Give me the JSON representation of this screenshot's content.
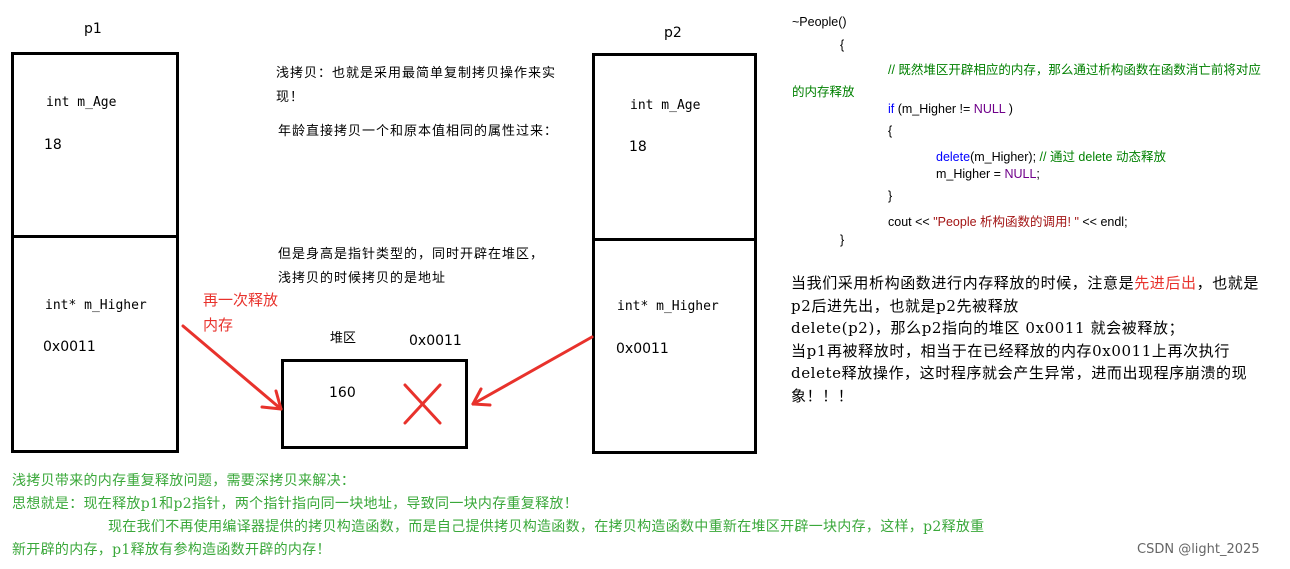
{
  "p1": {
    "title": "p1",
    "age_label": "int m_Age",
    "age_value": "18",
    "higher_label": "int* m_Higher",
    "higher_value": "0x0011"
  },
  "p2": {
    "title": "p2",
    "age_label": "int m_Age",
    "age_value": "18",
    "higher_label": "int* m_Higher",
    "higher_value": "0x0011"
  },
  "heap": {
    "label": "堆区",
    "address": "0x0011",
    "value": "160"
  },
  "notes": {
    "shallow_copy_1": "浅拷贝：也就是采用最简单复制拷贝操作来实现！",
    "shallow_copy_2": "年龄直接拷贝一个和原本值相同的属性过来：",
    "shallow_copy_3": "但是身高是指针类型的，同时开辟在堆区，浅拷贝的时候拷贝的是地址",
    "release_again": "再一次释放内存"
  },
  "code": {
    "line1": "~People()",
    "line2": "{",
    "line3_comment": "// 既然堆区开辟相应的内存，那么通过析构函数在函数消亡前将对应",
    "line3_cont": "的内存释放",
    "line4_if": "if",
    "line4_mid": " (m_Higher != ",
    "line4_null": "NULL",
    "line4_end": " )",
    "line5": "{",
    "line6_delete": "delete",
    "line6_args": "(m_Higher); ",
    "line6_comment": "// 通过 delete 动态释放",
    "line7_start": "m_Higher = ",
    "line7_null": "NULL",
    "line7_end": ";",
    "line8": "}",
    "line9_start": "cout << ",
    "line9_string": "\"People 析构函数的调用! \"",
    "line9_end": " << endl;",
    "line10": "}"
  },
  "explanation": {
    "part1": "当我们采用析构函数进行内存释放的时候，注意是",
    "part1_red": "先进后出",
    "part2": "，也就是p2后进先出，也就是p2先被释放",
    "line3": "delete(p2)，那么p2指向的堆区 0x0011 就会被释放；",
    "line4": "当p1再被释放时，相当于在已经释放的内存0x0011上再次执行delete释放操作，这时程序就会产生异常，进而出现程序崩溃的现象！！！"
  },
  "summary": {
    "line1": "浅拷贝带来的内存重复释放问题，需要深拷贝来解决：",
    "line2": "思想就是：现在释放p1和p2指针，两个指针指向同一块地址，导致同一块内存重复释放！",
    "line3": "现在我们不再使用编译器提供的拷贝构造函数，而是自己提供拷贝构造函数，在拷贝构造函数中重新在堆区开辟一块内存，这样，p2释放重",
    "line4": "新开辟的内存，p1释放有参构造函数开辟的内存！"
  },
  "watermark": "CSDN @light_2025",
  "colors": {
    "annotation_red": "#e8322c",
    "summary_green": "#3aa83a",
    "code_blue": "#0000ff",
    "code_purple": "#6f008a",
    "code_comment": "#008000",
    "code_string": "#a31515"
  }
}
